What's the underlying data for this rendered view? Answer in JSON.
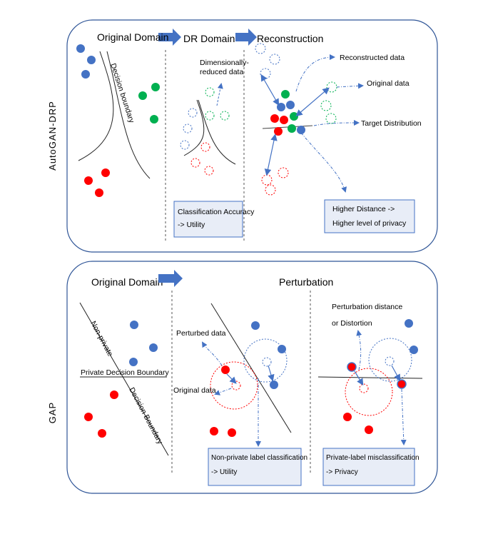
{
  "top_panel": {
    "side_label": "AutoGAN-DRP",
    "header_original": "Original Domain",
    "header_dr": "DR Domain",
    "header_reconstruction": "Reconstruction",
    "decision_boundary": "Decision boundary",
    "dimensionally_reduced_line1": "Dimensionally-",
    "dimensionally_reduced_line2": "reduced data",
    "reconstructed_data": "Reconstructed data",
    "original_data": "Original data",
    "target_distribution": "Target Distribution",
    "box_accuracy_line1": "Classification Accuracy",
    "box_accuracy_line2": "-> Utility",
    "box_privacy_line1": "Higher Distance ->",
    "box_privacy_line2": "Higher level of privacy"
  },
  "bottom_panel": {
    "side_label": "GAP",
    "header_original": "Original Domain",
    "header_perturbation": "Perturbation",
    "non_private": "Non-private",
    "private_boundary": "Private Decision Boundary",
    "decision_boundary": "Decision Boundary",
    "perturbed_data": "Perturbed data",
    "original_data": "Original data",
    "perturbation_distance_line1": "Perturbation distance",
    "perturbation_distance_line2": "or Distortion",
    "box_utility_line1": "Non-private label classification",
    "box_utility_line2": "-> Utility",
    "box_privacy_line1": "Private-label misclassification",
    "box_privacy_line2": "-> Privacy"
  },
  "colors": {
    "blue": "#4472c4",
    "red": "#ff0000",
    "green": "#00b050",
    "arrow": "#4472c4",
    "box_fill": "#e8edf7",
    "panel_border": "#2f5597"
  }
}
